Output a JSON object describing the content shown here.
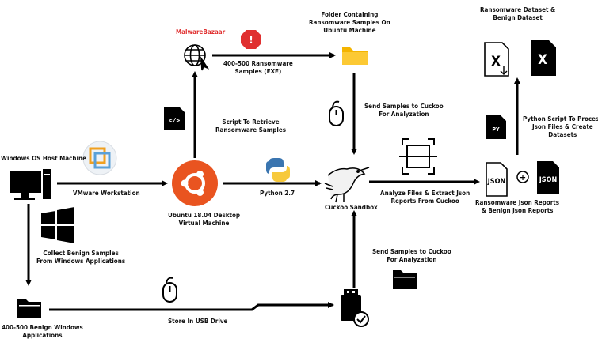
{
  "labels": {
    "windows_host": "Windows OS Host Machine",
    "vmware": "VMware Workstation",
    "ubuntu_line1": "Ubuntu 18.04 Desktop",
    "ubuntu_line2": "Virtual Machine",
    "script_retrieve_line1": "Script To Retrieve",
    "script_retrieve_line2": "Ransomware Samples",
    "malwarebazaar": "MalwareBazaar",
    "samples_exe_line1": "400-500 Ransomware",
    "samples_exe_line2": "Samples (EXE)",
    "folder_ubuntu_line1": "Folder Containing",
    "folder_ubuntu_line2": "Ransomware Samples On",
    "folder_ubuntu_line3": "Ubuntu Machine",
    "send_to_cuckoo_top_line1": "Send Samples to Cuckoo",
    "send_to_cuckoo_top_line2": "For Analyzation",
    "python": "Python 2.7",
    "cuckoo": "Cuckoo Sandbox",
    "analyze_line1": "Analyze Files & Extract Json",
    "analyze_line2": "Reports From Cuckoo",
    "json_reports_line1": "Ransomware Json Reports",
    "json_reports_line2": "& Benign Json Reports",
    "python_script_line1": "Python Script To Process",
    "python_script_line2": "Json Files & Create",
    "python_script_line3": "Datasets",
    "dataset_line1": "Ransomware Dataset &",
    "dataset_line2": "Benign Dataset",
    "collect_benign_line1": "Collect Benign Samples",
    "collect_benign_line2": "From Windows Applications",
    "benign_windows_line1": "400-500 Benign Windows",
    "benign_windows_line2": "Applications",
    "store_usb": "Store In USB Drive",
    "send_to_cuckoo_bottom_line1": "Send Samples to Cuckoo",
    "send_to_cuckoo_bottom_line2": "For Analyzation"
  },
  "icon_text": {
    "code": "</>",
    "py": "PY",
    "json": "JSON",
    "xls": "X",
    "plus": "+",
    "warn": "!"
  },
  "colors": {
    "ubuntu": "#e95420",
    "warning": "#e03030",
    "python_blue": "#3a75b0",
    "python_yellow": "#f7c93c",
    "folder_yellow": "#f4b400",
    "vmware_blue": "#5aa0d8",
    "vmware_orange": "#f0a020"
  }
}
